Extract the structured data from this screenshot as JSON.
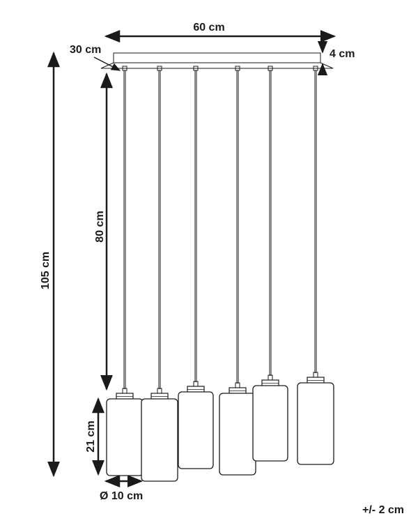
{
  "dimensions": {
    "width_label": "60 cm",
    "depth_label": "30 cm",
    "canopy_height_label": "4 cm",
    "total_height_label": "105 cm",
    "cord_length_label": "80 cm",
    "shade_height_label": "21 cm",
    "shade_diameter_label": "Ø 10 cm"
  },
  "tolerance_label": "+/- 2 cm",
  "pendant_count": 6
}
